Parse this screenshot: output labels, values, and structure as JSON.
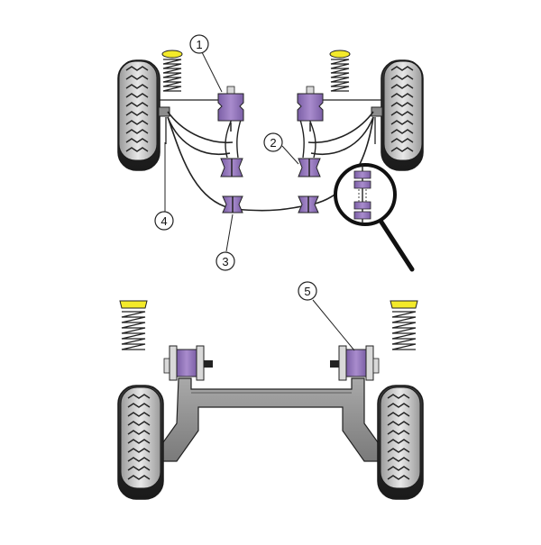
{
  "callouts": {
    "c1": "1",
    "c2": "2",
    "c3": "3",
    "c4": "4",
    "c5": "5"
  },
  "colors": {
    "bush_purple": "#9b7fc0",
    "bush_dark": "#5d4a7d",
    "spring_yellow": "#f3ea2a",
    "tyre_light": "#d9d9d9",
    "tyre_dark": "#2e2e2e",
    "beam_grey": "#8d8d8d",
    "outline": "#1a1a1a"
  },
  "icons": {
    "front": "front-suspension-diagram",
    "rear": "rear-suspension-diagram",
    "magnifier": "magnifier-icon",
    "wheel": "wheel-icon",
    "spring": "coil-spring-icon"
  }
}
